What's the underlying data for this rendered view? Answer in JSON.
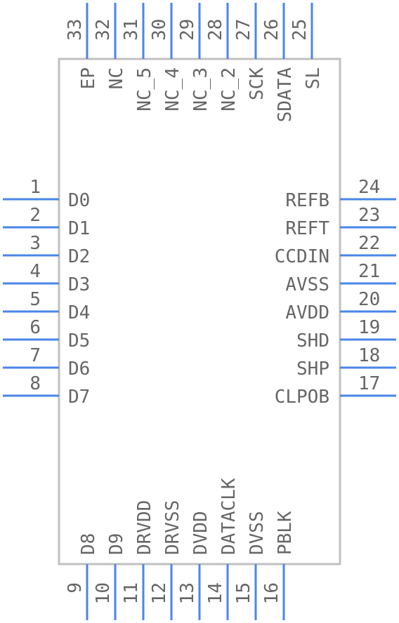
{
  "component": {
    "left_pins": [
      {
        "number": "1",
        "label": "D0"
      },
      {
        "number": "2",
        "label": "D1"
      },
      {
        "number": "3",
        "label": "D2"
      },
      {
        "number": "4",
        "label": "D3"
      },
      {
        "number": "5",
        "label": "D4"
      },
      {
        "number": "6",
        "label": "D5"
      },
      {
        "number": "7",
        "label": "D6"
      },
      {
        "number": "8",
        "label": "D7"
      }
    ],
    "right_pins": [
      {
        "number": "24",
        "label": "REFB"
      },
      {
        "number": "23",
        "label": "REFT"
      },
      {
        "number": "22",
        "label": "CCDIN"
      },
      {
        "number": "21",
        "label": "AVSS"
      },
      {
        "number": "20",
        "label": "AVDD"
      },
      {
        "number": "19",
        "label": "SHD"
      },
      {
        "number": "18",
        "label": "SHP"
      },
      {
        "number": "17",
        "label": "CLPOB"
      }
    ],
    "top_pins": [
      {
        "number": "33",
        "label": "EP"
      },
      {
        "number": "32",
        "label": "NC"
      },
      {
        "number": "31",
        "label": "NC_5"
      },
      {
        "number": "30",
        "label": "NC_4"
      },
      {
        "number": "29",
        "label": "NC_3"
      },
      {
        "number": "28",
        "label": "NC_2"
      },
      {
        "number": "27",
        "label": "SCK"
      },
      {
        "number": "26",
        "label": "SDATA"
      },
      {
        "number": "25",
        "label": "SL"
      }
    ],
    "bottom_pins": [
      {
        "number": "9",
        "label": "D8"
      },
      {
        "number": "10",
        "label": "D9"
      },
      {
        "number": "11",
        "label": "DRVDD"
      },
      {
        "number": "12",
        "label": "DRVSS"
      },
      {
        "number": "13",
        "label": "DVDD"
      },
      {
        "number": "14",
        "label": "DATACLK"
      },
      {
        "number": "15",
        "label": "DVSS"
      },
      {
        "number": "16",
        "label": "PBLK"
      }
    ],
    "colors": {
      "pin": "#4a86e8",
      "body_outline": "#c0c0c0",
      "text": "#666666"
    }
  }
}
